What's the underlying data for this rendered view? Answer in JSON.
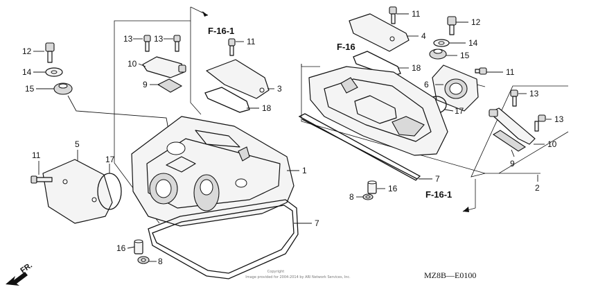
{
  "callouts": {
    "c1": "1",
    "c2": "2",
    "c3": "3",
    "c4": "4",
    "c5": "5",
    "c6": "6",
    "c7a": "7",
    "c7b": "7",
    "c8a": "8",
    "c8b": "8",
    "c9a": "9",
    "c9b": "9",
    "c10a": "10",
    "c10b": "10",
    "c11a": "11",
    "c11b": "11",
    "c11c": "11",
    "c11d": "11",
    "c12a": "12",
    "c12b": "12",
    "c13a": "13",
    "c13b": "13",
    "c13c": "13",
    "c13d": "13",
    "c14a": "14",
    "c14b": "14",
    "c15a": "15",
    "c15b": "15",
    "c16a": "16",
    "c16b": "16",
    "c17a": "17",
    "c17b": "17",
    "c18a": "18",
    "c18b": "18"
  },
  "references": {
    "f161_top": "F-16-1",
    "f16": "F-16",
    "f161_bottom": "F-16-1"
  },
  "direction_label": "FR.",
  "diagram_code": "MZ8B—E0100",
  "copyright": {
    "line1": "Copyright",
    "line2": "Image provided for 2004-2014 by ARI Network Services, Inc."
  }
}
